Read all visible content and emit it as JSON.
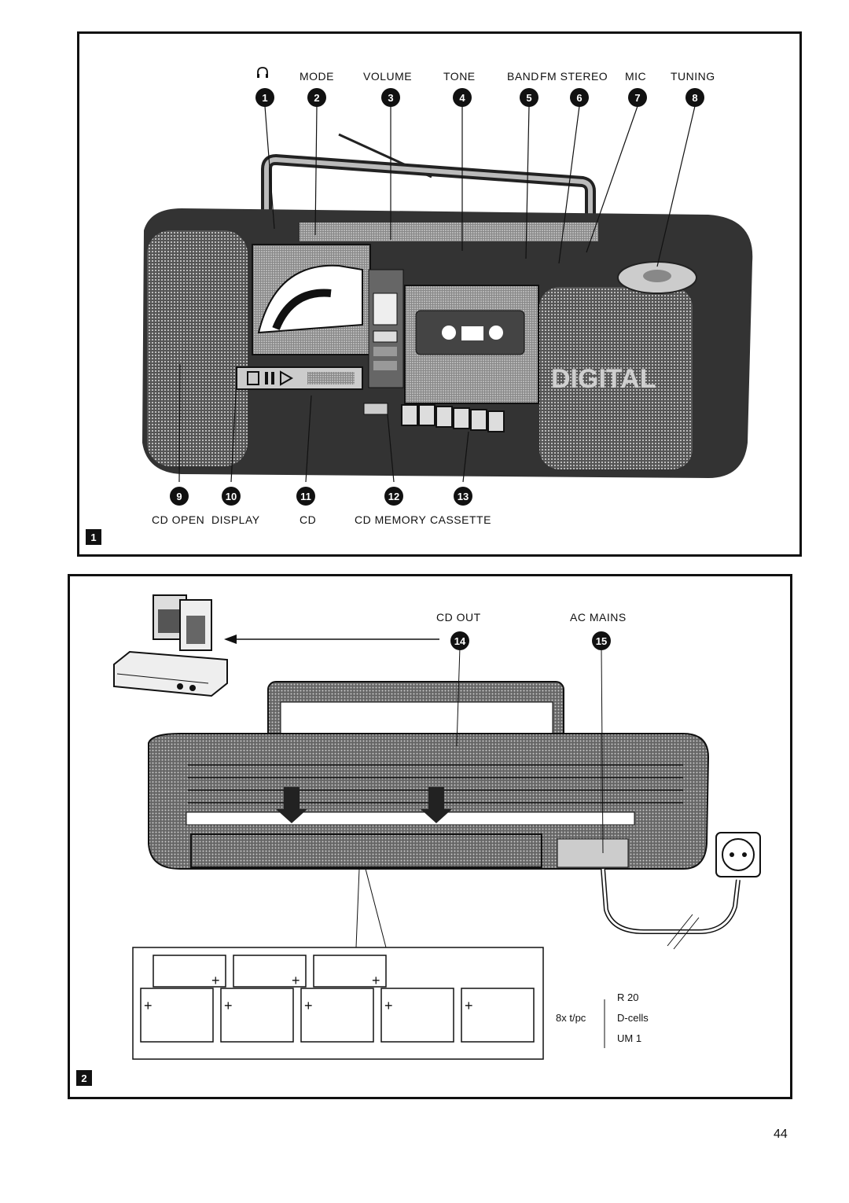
{
  "panel1": {
    "number": "1",
    "headphone_icon": "headphones-icon",
    "top_labels": [
      {
        "text": "MODE",
        "num": "2"
      },
      {
        "text": "VOLUME",
        "num": "3"
      },
      {
        "text": "TONE",
        "num": "4"
      },
      {
        "text": "BAND",
        "num": "5"
      },
      {
        "text": "FM STEREO",
        "num": "6"
      },
      {
        "text": "MIC",
        "num": "7"
      },
      {
        "text": "TUNING",
        "num": "8"
      }
    ],
    "headphone_num": "1",
    "bottom_labels": [
      {
        "text": "CD OPEN",
        "num": "9"
      },
      {
        "text": "DISPLAY",
        "num": "10"
      },
      {
        "text": "CD",
        "num": "11"
      },
      {
        "text": "CD MEMORY",
        "num": "12"
      },
      {
        "text": "CASSETTE",
        "num": "13"
      }
    ],
    "speaker_text": "DIGITAL"
  },
  "panel2": {
    "number": "2",
    "cd_out": {
      "text": "CD OUT",
      "num": "14"
    },
    "ac_mains": {
      "text": "AC MAINS",
      "num": "15"
    },
    "battery_qty": "8x t/pc",
    "battery_types": [
      "R 20",
      "D-cells",
      "UM 1"
    ]
  },
  "page_number": "44"
}
